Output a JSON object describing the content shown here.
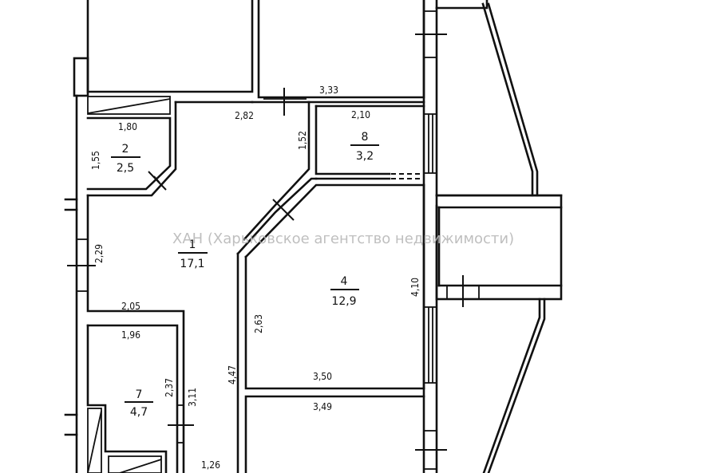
{
  "watermark": "ХАН (Харьковское агентство недвижимости)",
  "rooms": [
    {
      "number": "1",
      "area": "17,1"
    },
    {
      "number": "2",
      "area": "2,5"
    },
    {
      "number": "4",
      "area": "12,9"
    },
    {
      "number": "7",
      "area": "4,7"
    },
    {
      "number": "8",
      "area": "3,2"
    }
  ],
  "dimensions": {
    "d_3_33": "3,33",
    "d_2_82": "2,82",
    "d_2_10": "2,10",
    "d_1_80": "1,80",
    "d_1_55": "1,55",
    "d_1_52": "1,52",
    "d_2_29": "2,29",
    "d_4_10": "4,10",
    "d_2_63": "2,63",
    "d_2_05": "2,05",
    "d_1_96": "1,96",
    "d_2_37": "2,37",
    "d_3_11": "3,11",
    "d_4_47": "4,47",
    "d_3_50": "3,50",
    "d_3_49": "3,49",
    "d_1_26": "1,26"
  },
  "colors": {
    "line": "#111111",
    "background": "#ffffff",
    "watermark": "#b9b9b9"
  }
}
